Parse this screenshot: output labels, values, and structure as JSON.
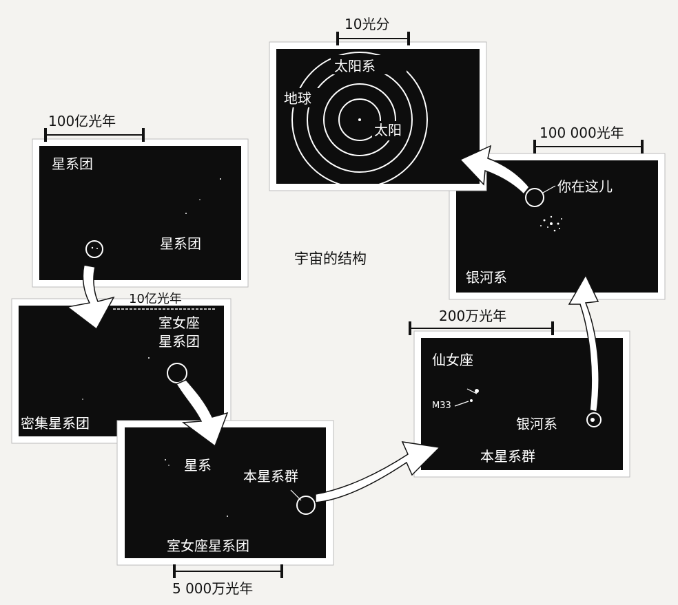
{
  "title": "宇宙的结构",
  "panels": {
    "p1": {
      "scale": "100亿光年",
      "label_top": "星系团",
      "label_mid": "星系团"
    },
    "p2": {
      "scale": "10亿光年",
      "label_virgo": [
        "室女座",
        "星系团"
      ],
      "label_bottom": "密集星系团"
    },
    "p3": {
      "scale": "5 000万光年",
      "label_galaxy": "星系",
      "label_group": "本星系群",
      "label_bottom": "室女座星系团"
    },
    "p4": {
      "scale": "200万光年",
      "label_andromeda": "仙女座",
      "label_m33": "M33",
      "label_milkyway": "银河系",
      "label_bottom": "本星系群"
    },
    "p5": {
      "scale": "100 000光年",
      "label_here": "你在这儿",
      "label_bottom": "银河系"
    },
    "p6": {
      "scale": "10光分",
      "label_system": "太阳系",
      "label_earth": "地球",
      "label_sun": "太阳"
    }
  },
  "colors": {
    "panel": "#0d0d0d",
    "frame": "#ffffff",
    "ink": "#111111",
    "paper": "#f4f3f0"
  }
}
